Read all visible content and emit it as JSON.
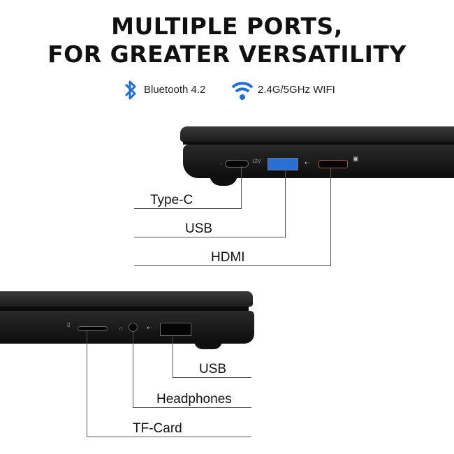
{
  "title": {
    "line1": "MULTIPLE PORTS,",
    "line2": "FOR GREATER VERSATILITY"
  },
  "features": [
    {
      "icon": "bluetooth-icon",
      "label": "Bluetooth 4.2"
    },
    {
      "icon": "wifi-icon",
      "label": "2.4G/5GHz WIFI"
    }
  ],
  "colors": {
    "accent": "#1e6fd9",
    "usb_blue": "#2a6fd6"
  },
  "right_side": {
    "ports": [
      "Type-C",
      "USB",
      "HDMI"
    ],
    "power_marking": "12V"
  },
  "left_side": {
    "ports": [
      "USB",
      "Headphones",
      "TF-Card"
    ]
  }
}
